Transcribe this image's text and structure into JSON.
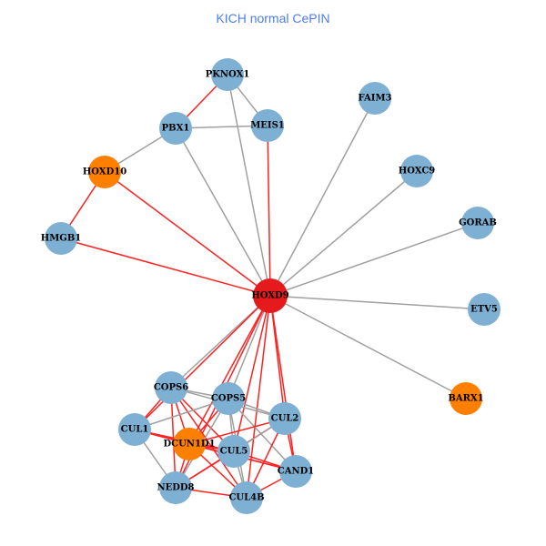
{
  "title": "KICH normal CePIN",
  "colors": {
    "default": "#7eb0d3",
    "seed": "#e41a1c",
    "cofactor": "#ff8000",
    "edge_gray": "#a0a0a0",
    "edge_red": "#ff2020"
  },
  "nodes": [
    {
      "id": "PKNOX1",
      "type": "default"
    },
    {
      "id": "PBX1",
      "type": "default"
    },
    {
      "id": "MEIS1",
      "type": "default"
    },
    {
      "id": "FAIM3",
      "type": "default"
    },
    {
      "id": "HOXD10",
      "type": "cofactor"
    },
    {
      "id": "HOXC9",
      "type": "default"
    },
    {
      "id": "GORAB",
      "type": "default"
    },
    {
      "id": "HMGB1",
      "type": "default"
    },
    {
      "id": "HOXD9",
      "type": "seed"
    },
    {
      "id": "ETV5",
      "type": "default"
    },
    {
      "id": "BARX1",
      "type": "cofactor"
    },
    {
      "id": "COPS6",
      "type": "default"
    },
    {
      "id": "COPS5",
      "type": "default"
    },
    {
      "id": "CUL2",
      "type": "default"
    },
    {
      "id": "CUL1",
      "type": "default"
    },
    {
      "id": "DCUN1D1",
      "type": "cofactor"
    },
    {
      "id": "CUL5",
      "type": "default"
    },
    {
      "id": "CAND1",
      "type": "default"
    },
    {
      "id": "NEDD8",
      "type": "default"
    },
    {
      "id": "CUL4B",
      "type": "default"
    }
  ],
  "edges": [
    [
      "HOXD9",
      "PKNOX1",
      "g"
    ],
    [
      "HOXD9",
      "PBX1",
      "g"
    ],
    [
      "HOXD9",
      "MEIS1",
      "r"
    ],
    [
      "HOXD9",
      "FAIM3",
      "g"
    ],
    [
      "HOXD9",
      "HOXD10",
      "r"
    ],
    [
      "HOXD9",
      "HOXC9",
      "g"
    ],
    [
      "HOXD9",
      "GORAB",
      "g"
    ],
    [
      "HOXD9",
      "HMGB1",
      "r"
    ],
    [
      "HOXD9",
      "ETV5",
      "g"
    ],
    [
      "HOXD9",
      "BARX1",
      "g"
    ],
    [
      "PKNOX1",
      "PBX1",
      "r"
    ],
    [
      "PKNOX1",
      "MEIS1",
      "g"
    ],
    [
      "PBX1",
      "MEIS1",
      "g"
    ],
    [
      "PBX1",
      "HOXD10",
      "g"
    ],
    [
      "HOXD10",
      "HMGB1",
      "r"
    ],
    [
      "HOXD9",
      "COPS6",
      "g"
    ],
    [
      "HOXD9",
      "COPS5",
      "g"
    ],
    [
      "HOXD9",
      "CUL2",
      "r"
    ],
    [
      "HOXD9",
      "CUL1",
      "r"
    ],
    [
      "HOXD9",
      "DCUN1D1",
      "r"
    ],
    [
      "HOXD9",
      "CUL5",
      "r"
    ],
    [
      "HOXD9",
      "CAND1",
      "r"
    ],
    [
      "HOXD9",
      "NEDD8",
      "r"
    ],
    [
      "HOXD9",
      "CUL4B",
      "r"
    ],
    [
      "COPS6",
      "COPS5",
      "g"
    ],
    [
      "COPS6",
      "CUL1",
      "r"
    ],
    [
      "COPS6",
      "CUL2",
      "g"
    ],
    [
      "COPS6",
      "DCUN1D1",
      "r"
    ],
    [
      "COPS6",
      "NEDD8",
      "r"
    ],
    [
      "COPS6",
      "CUL5",
      "r"
    ],
    [
      "COPS6",
      "CUL4B",
      "r"
    ],
    [
      "COPS5",
      "CUL1",
      "g"
    ],
    [
      "COPS5",
      "CUL2",
      "g"
    ],
    [
      "COPS5",
      "CUL5",
      "g"
    ],
    [
      "COPS5",
      "CAND1",
      "g"
    ],
    [
      "COPS5",
      "NEDD8",
      "g"
    ],
    [
      "COPS5",
      "CUL4B",
      "g"
    ],
    [
      "COPS5",
      "DCUN1D1",
      "r"
    ],
    [
      "CUL1",
      "DCUN1D1",
      "r"
    ],
    [
      "CUL1",
      "NEDD8",
      "g"
    ],
    [
      "CUL1",
      "CUL5",
      "r"
    ],
    [
      "CUL1",
      "CAND1",
      "r"
    ],
    [
      "DCUN1D1",
      "CUL5",
      "r"
    ],
    [
      "DCUN1D1",
      "CAND1",
      "r"
    ],
    [
      "DCUN1D1",
      "CUL2",
      "r"
    ],
    [
      "DCUN1D1",
      "NEDD8",
      "r"
    ],
    [
      "DCUN1D1",
      "CUL4B",
      "r"
    ],
    [
      "CUL2",
      "CAND1",
      "r"
    ],
    [
      "CUL2",
      "CUL4B",
      "r"
    ],
    [
      "CUL2",
      "NEDD8",
      "r"
    ],
    [
      "CUL2",
      "CUL5",
      "g"
    ],
    [
      "CUL5",
      "CAND1",
      "r"
    ],
    [
      "CUL5",
      "NEDD8",
      "r"
    ],
    [
      "CUL5",
      "CUL4B",
      "g"
    ],
    [
      "NEDD8",
      "CUL4B",
      "r"
    ],
    [
      "CAND1",
      "CUL4B",
      "r"
    ]
  ]
}
